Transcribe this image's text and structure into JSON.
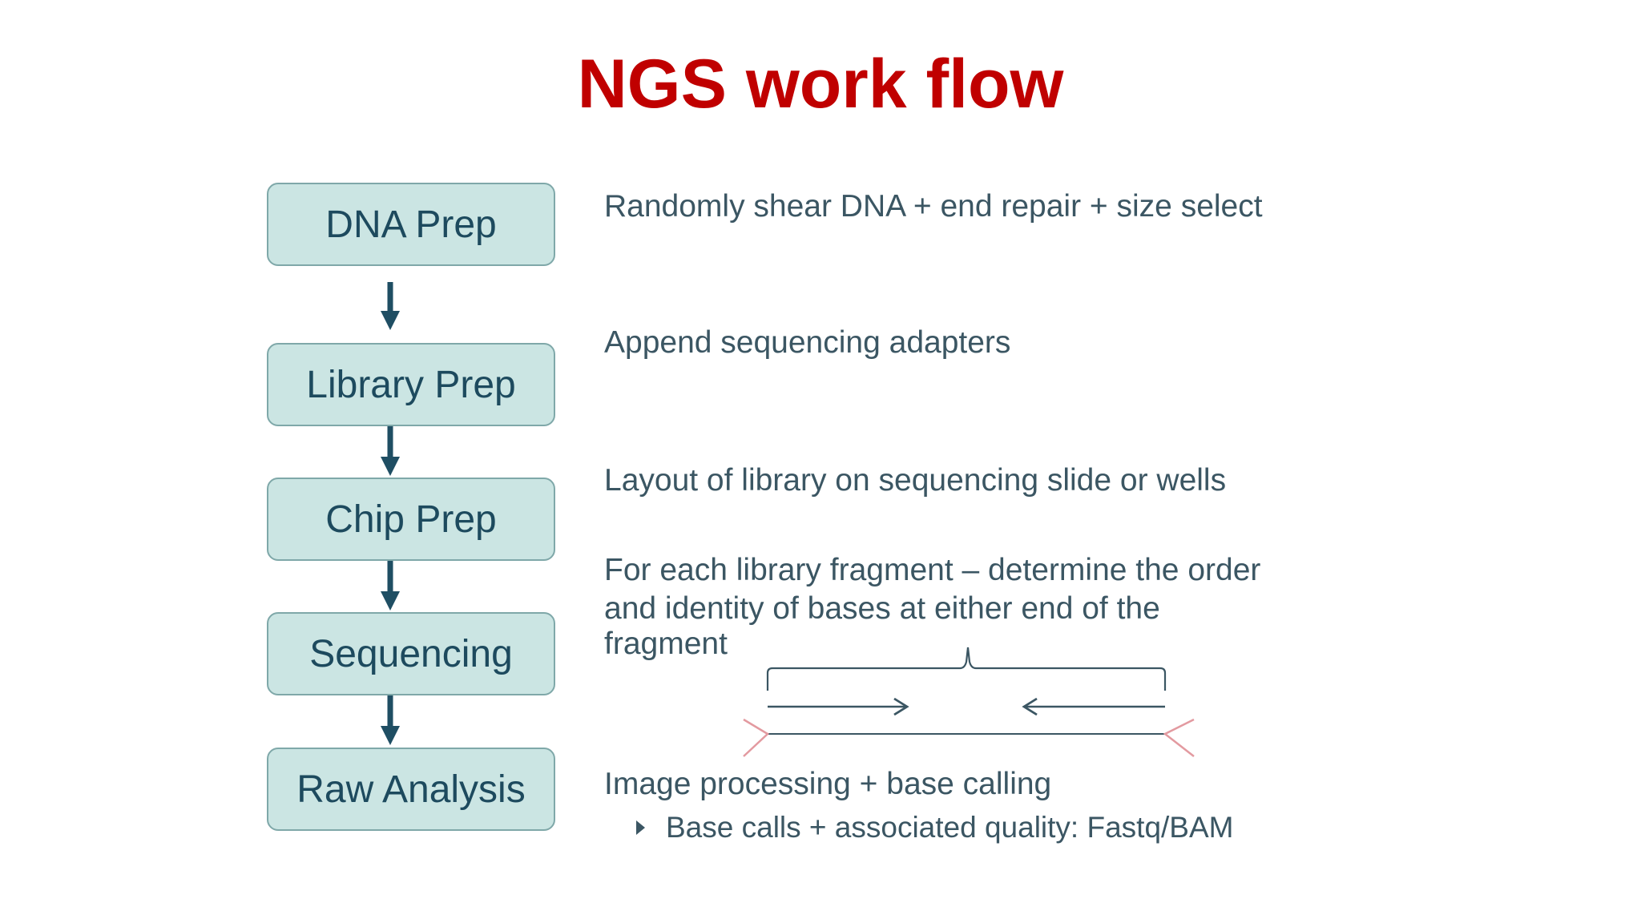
{
  "title": "NGS work flow",
  "steps": [
    {
      "label": "DNA Prep",
      "description": "Randomly shear DNA + end repair + size select"
    },
    {
      "label": "Library Prep",
      "description": "Append sequencing adapters"
    },
    {
      "label": "Chip Prep",
      "description": "Layout of library on sequencing slide or wells"
    },
    {
      "label": "Sequencing",
      "description_lines": [
        "For each library fragment – determine the order",
        "and identity of bases at either end of the",
        "fragment"
      ]
    },
    {
      "label": "Raw Analysis",
      "description": "Image processing + base calling",
      "sub_bullet": "Base calls + associated quality: Fastq/BAM"
    }
  ],
  "colors": {
    "title": "#c00000",
    "box_fill": "#cbe5e3",
    "box_border": "#7fa8a9",
    "box_text": "#1d4a5e",
    "arrow": "#1f4e63",
    "desc_text": "#3b5663",
    "fragment_line": "#e39aa0"
  }
}
